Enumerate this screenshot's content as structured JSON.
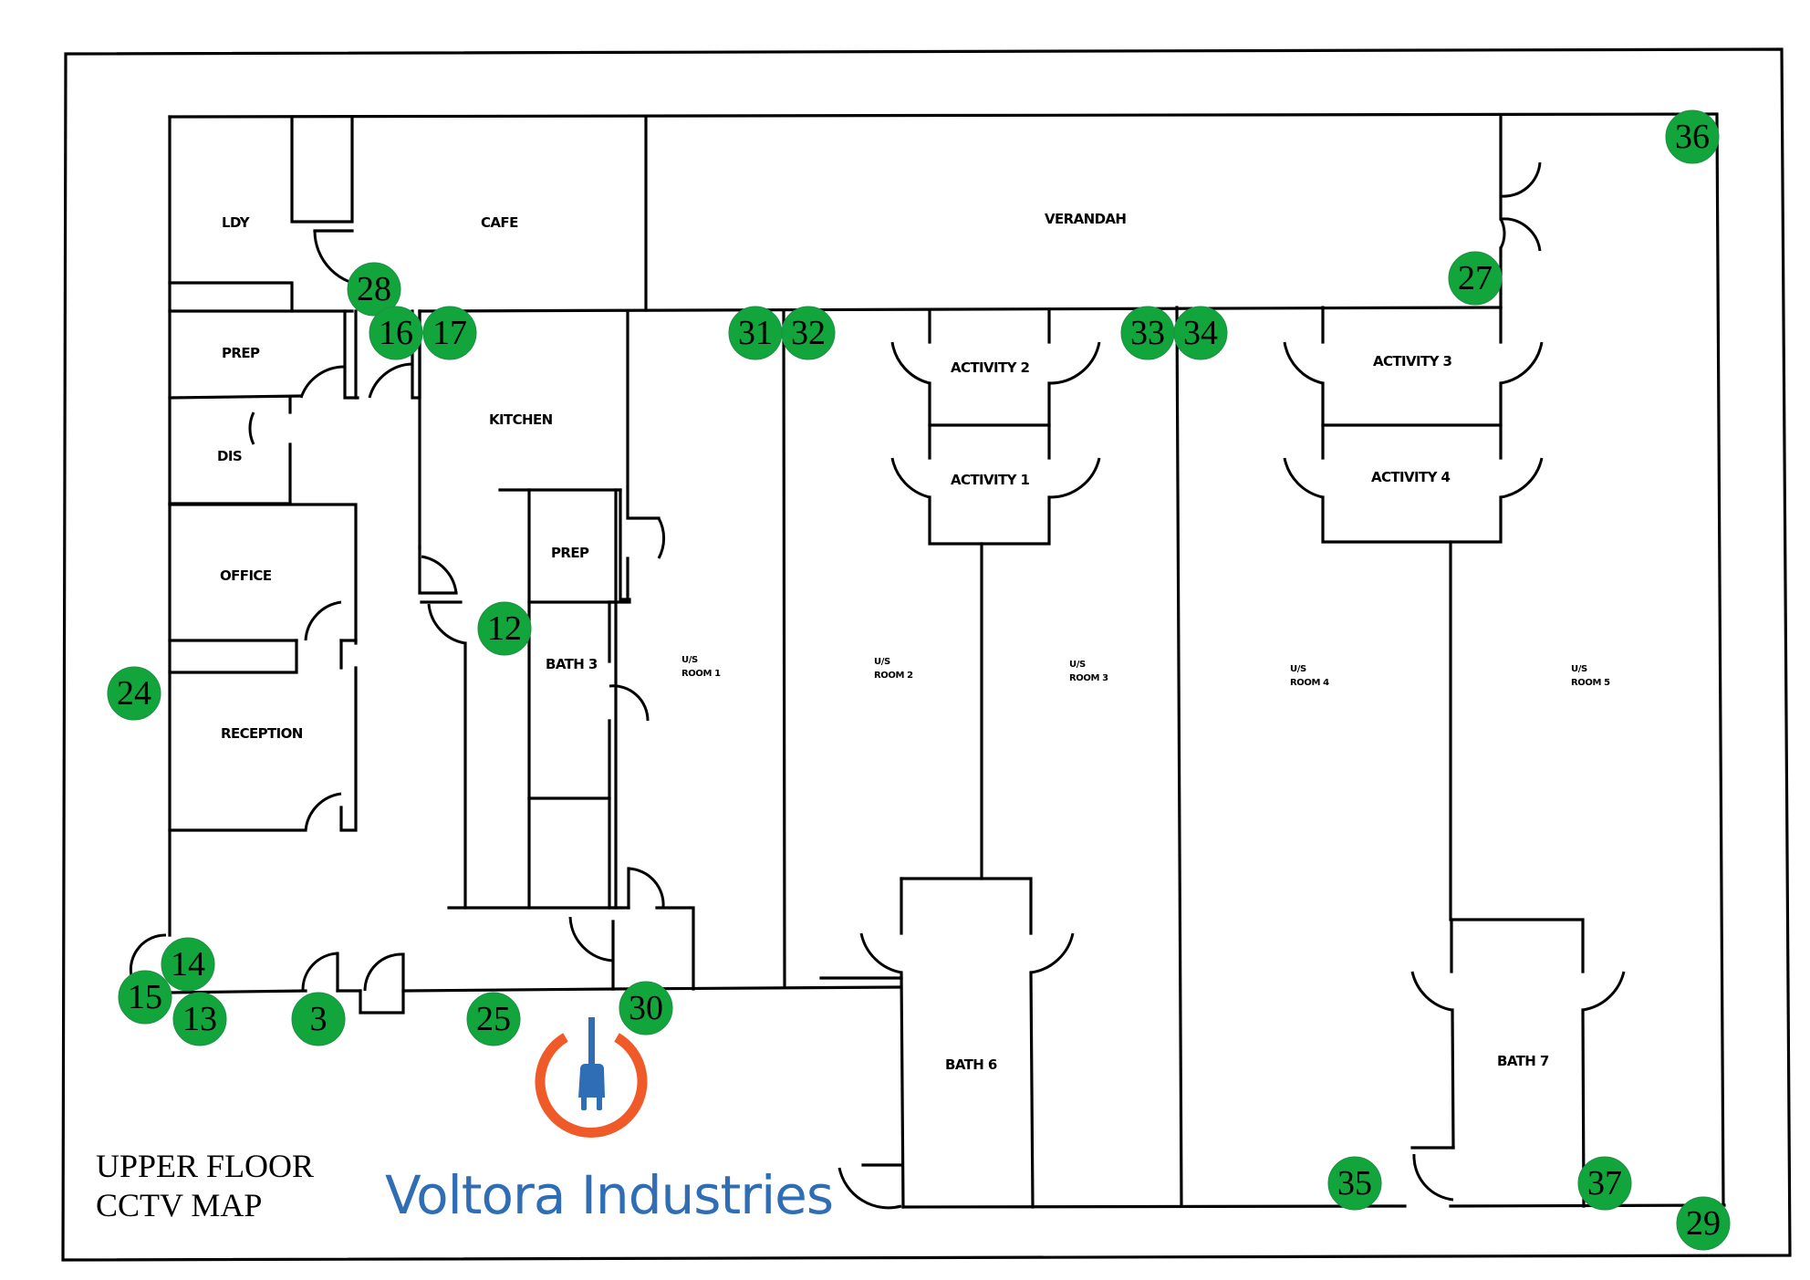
{
  "map": {
    "title_line1": "UPPER FLOOR",
    "title_line2": "CCTV MAP"
  },
  "brand": {
    "name": "Voltora Industries",
    "logo_icon": "power-plug-icon",
    "colors": {
      "ring": "#f05a28",
      "plug": "#2f6db5",
      "text": "#2f6db5"
    }
  },
  "colors": {
    "camera_fill": "#12a53c",
    "wall": "#000000"
  },
  "rooms": [
    {
      "id": "ldy",
      "label": "LDY"
    },
    {
      "id": "cafe",
      "label": "CAFE"
    },
    {
      "id": "verandah",
      "label": "VERANDAH"
    },
    {
      "id": "prep-left",
      "label": "PREP"
    },
    {
      "id": "dis",
      "label": "DIS"
    },
    {
      "id": "kitchen",
      "label": "KITCHEN"
    },
    {
      "id": "office",
      "label": "OFFICE"
    },
    {
      "id": "reception",
      "label": "RECEPTION"
    },
    {
      "id": "prep-kitchen",
      "label": "PREP"
    },
    {
      "id": "bath-3",
      "label": "BATH 3"
    },
    {
      "id": "activity-2",
      "label": "ACTIVITY 2"
    },
    {
      "id": "activity-1",
      "label": "ACTIVITY 1"
    },
    {
      "id": "activity-3",
      "label": "ACTIVITY 3"
    },
    {
      "id": "activity-4",
      "label": "ACTIVITY 4"
    },
    {
      "id": "us-room-1",
      "label_line1": "U/S",
      "label_line2": "ROOM 1"
    },
    {
      "id": "us-room-2",
      "label_line1": "U/S",
      "label_line2": "ROOM 2"
    },
    {
      "id": "us-room-3",
      "label_line1": "U/S",
      "label_line2": "ROOM 3"
    },
    {
      "id": "us-room-4",
      "label_line1": "U/S",
      "label_line2": "ROOM 4"
    },
    {
      "id": "us-room-5",
      "label_line1": "U/S",
      "label_line2": "ROOM 5"
    },
    {
      "id": "bath-6",
      "label": "BATH 6"
    },
    {
      "id": "bath-7",
      "label": "BATH 7"
    }
  ],
  "cameras": [
    {
      "number": "36"
    },
    {
      "number": "27"
    },
    {
      "number": "28"
    },
    {
      "number": "16"
    },
    {
      "number": "17"
    },
    {
      "number": "31"
    },
    {
      "number": "32"
    },
    {
      "number": "33"
    },
    {
      "number": "34"
    },
    {
      "number": "12"
    },
    {
      "number": "24"
    },
    {
      "number": "14"
    },
    {
      "number": "15"
    },
    {
      "number": "13"
    },
    {
      "number": "3"
    },
    {
      "number": "25"
    },
    {
      "number": "30"
    },
    {
      "number": "35"
    },
    {
      "number": "37"
    },
    {
      "number": "29"
    }
  ]
}
